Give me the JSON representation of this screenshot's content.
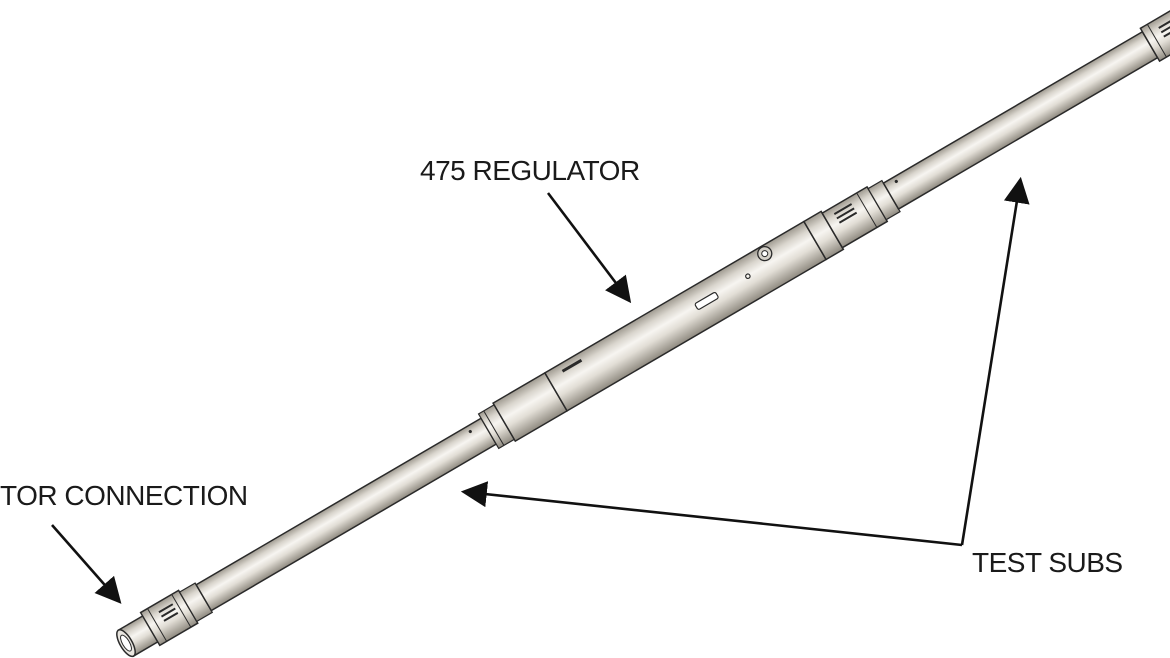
{
  "labels": {
    "regulator": "475 REGULATOR",
    "connection": "TOR CONNECTION",
    "test_subs": "TEST SUBS"
  },
  "colors": {
    "metal_light": "#f4f2ee",
    "metal_mid": "#dcd8d0",
    "metal_dark": "#a9a49a",
    "outline": "#2a2a2a",
    "arrow": "#111111",
    "text": "#1a1a1a",
    "background": "#ffffff"
  }
}
